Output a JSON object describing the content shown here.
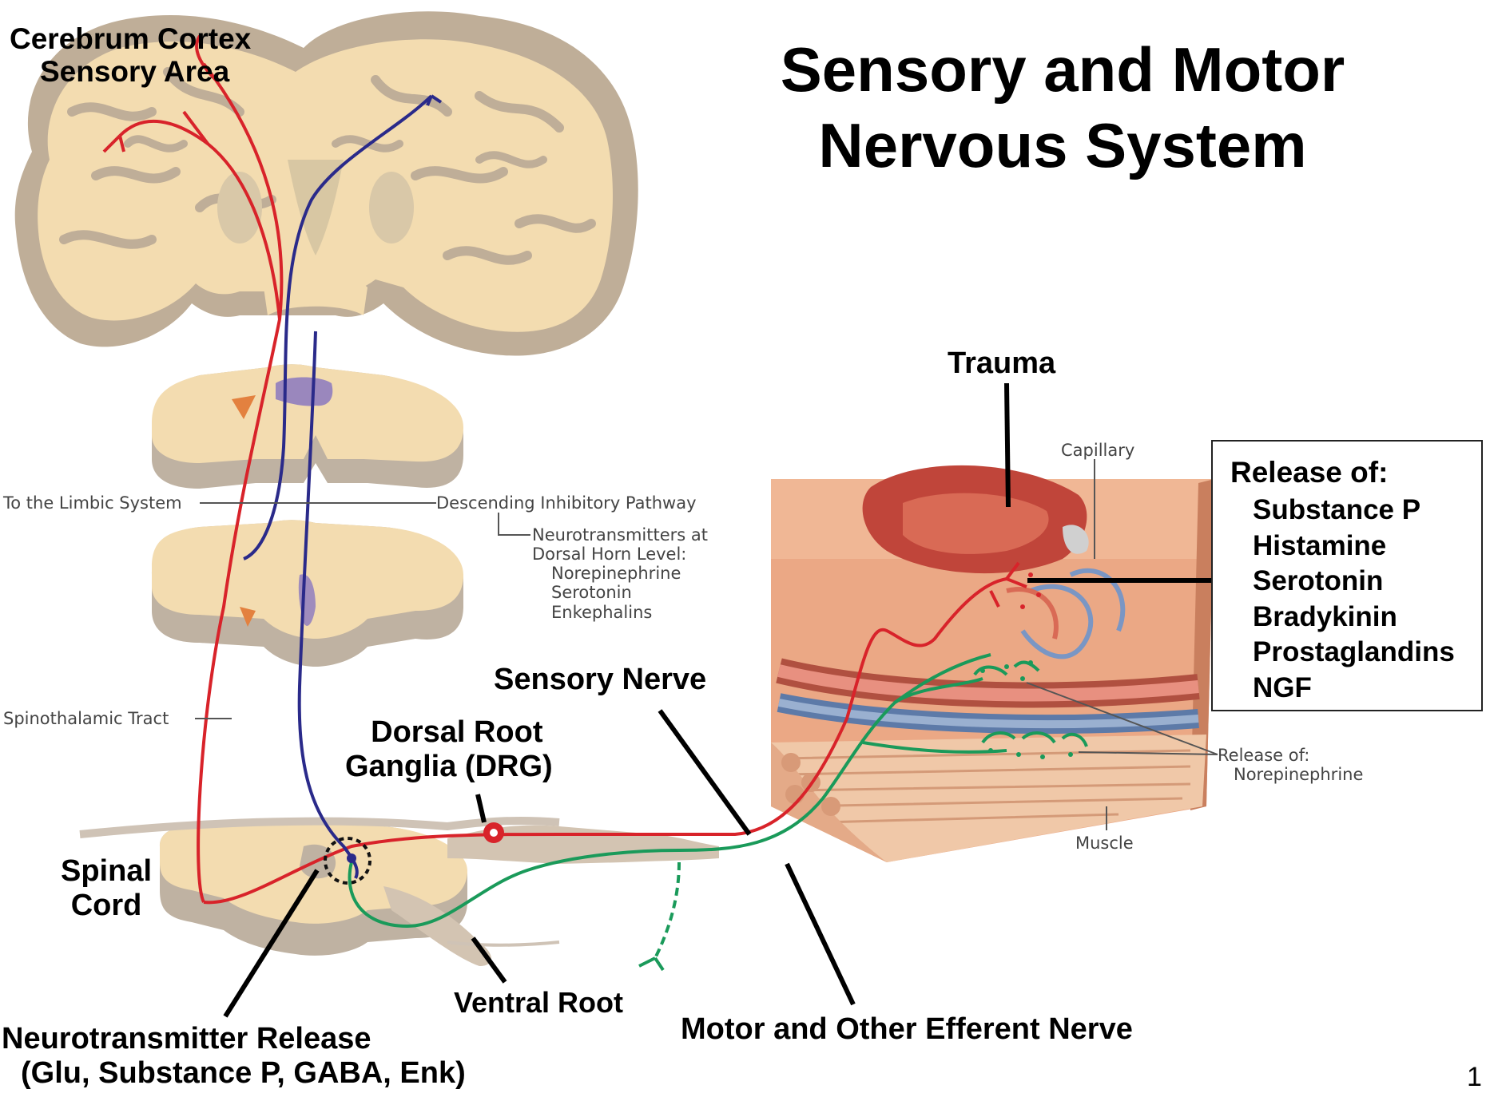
{
  "title": {
    "line1": "Sensory and Motor",
    "line2": "Nervous System"
  },
  "labels": {
    "cortex_line1": "Cerebrum Cortex",
    "cortex_line2": "Sensory Area",
    "trauma": "Trauma",
    "capillary": "Capillary",
    "limbic": "To the Limbic System",
    "descending": "Descending Inhibitory Pathway",
    "nt_dorsal_line1": "Neurotransmitters at",
    "nt_dorsal_line2": "Dorsal Horn Level:",
    "nt_list": [
      "Norepinephrine",
      "Serotonin",
      "Enkephalins"
    ],
    "spinothalamic": "Spinothalamic Tract",
    "sensory_nerve": "Sensory Nerve",
    "drg_line1": "Dorsal Root",
    "drg_line2": "Ganglia (DRG)",
    "spinal_line1": "Spinal",
    "spinal_line2": "Cord",
    "ventral_root": "Ventral Root",
    "motor_nerve": "Motor and Other Efferent Nerve",
    "nt_release_line1": "Neurotransmitter Release",
    "nt_release_line2": "(Glu, Substance P, GABA, Enk)",
    "release_ne_line1": "Release of:",
    "release_ne_line2": "Norepinephrine",
    "muscle": "Muscle",
    "page_number": "1"
  },
  "release_box": {
    "title": "Release of:",
    "items": [
      "Substance P",
      "Histamine",
      "Serotonin",
      "Bradykinin",
      "Prostaglandins",
      "NGF"
    ]
  },
  "colors": {
    "sensory_pathway": "#d8232a",
    "descending_pathway": "#2a2a8a",
    "motor_nerve": "#1a9a5a",
    "brain_tissue": "#f3dcb0",
    "brain_folds": "#bfae98",
    "skin_block": "#eba885",
    "trauma_wound": "#c0453a"
  }
}
